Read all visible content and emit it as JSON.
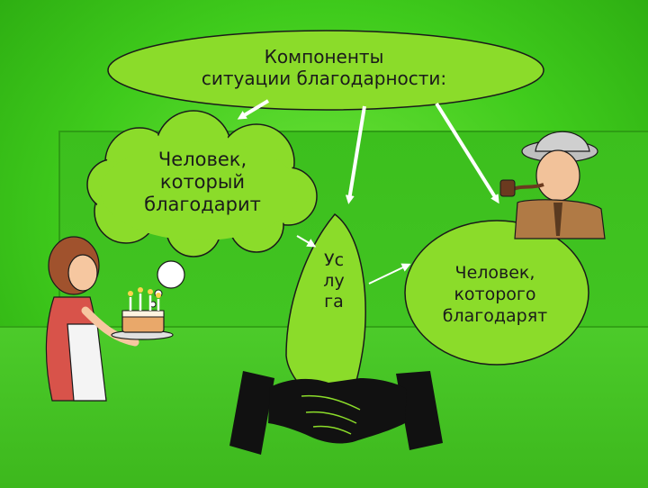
{
  "diagram": {
    "title_lines": [
      "Компоненты",
      "ситуации благодарности:"
    ],
    "thanker_lines": [
      "Человек,",
      "который",
      "благодарит"
    ],
    "service_lines": [
      "Ус",
      "лу",
      "га"
    ],
    "thanked_lines": [
      "Человек,",
      "которого",
      "благодарят"
    ]
  },
  "colors": {
    "bubble_fill": "#8bdc2a",
    "bubble_stroke": "#1a1a1a",
    "arrow": "#ffffff",
    "background": "#3fcb1c"
  },
  "icons": {
    "woman": "woman-with-cake-icon",
    "man": "man-with-pipe-icon",
    "handshake": "handshake-icon"
  }
}
